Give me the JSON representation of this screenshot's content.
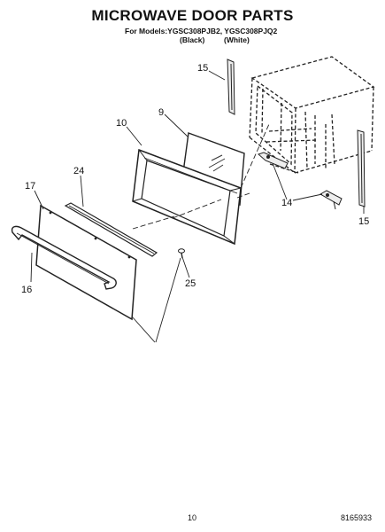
{
  "header": {
    "title": "MICROWAVE DOOR PARTS",
    "models_line": "For Models:YGSC308PJB2, YGSC308PJQ2",
    "variant_black": "(Black)",
    "variant_white": "(White)"
  },
  "callouts": {
    "c9": "9",
    "c10": "10",
    "c14": "14",
    "c15a": "15",
    "c15b": "15",
    "c16": "16",
    "c17": "17",
    "c24": "24",
    "c25": "25"
  },
  "footer": {
    "page_number": "10",
    "document_number": "8165933"
  }
}
